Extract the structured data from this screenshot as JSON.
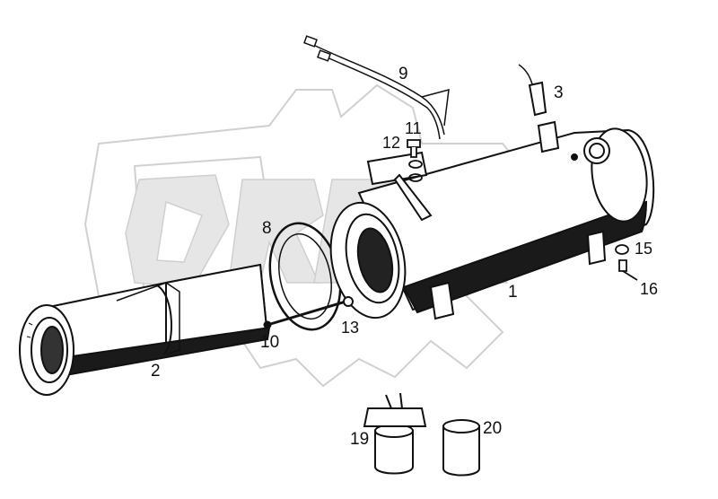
{
  "watermark": {
    "text": "OREX",
    "color": "#d6d6d6"
  },
  "parts": [
    {
      "id": "label-1",
      "text": "1"
    },
    {
      "id": "label-2",
      "text": "2"
    },
    {
      "id": "label-3",
      "text": "3"
    },
    {
      "id": "label-8",
      "text": "8"
    },
    {
      "id": "label-9",
      "text": "9"
    },
    {
      "id": "label-10",
      "text": "10"
    },
    {
      "id": "label-11",
      "text": "11"
    },
    {
      "id": "label-12",
      "text": "12"
    },
    {
      "id": "label-13",
      "text": "13"
    },
    {
      "id": "label-15",
      "text": "15"
    },
    {
      "id": "label-16",
      "text": "16"
    },
    {
      "id": "label-19",
      "text": "19"
    },
    {
      "id": "label-20",
      "text": "20"
    }
  ],
  "colors": {
    "ink": "#111111",
    "shade": "#1a1a1a",
    "paper": "#ffffff"
  }
}
